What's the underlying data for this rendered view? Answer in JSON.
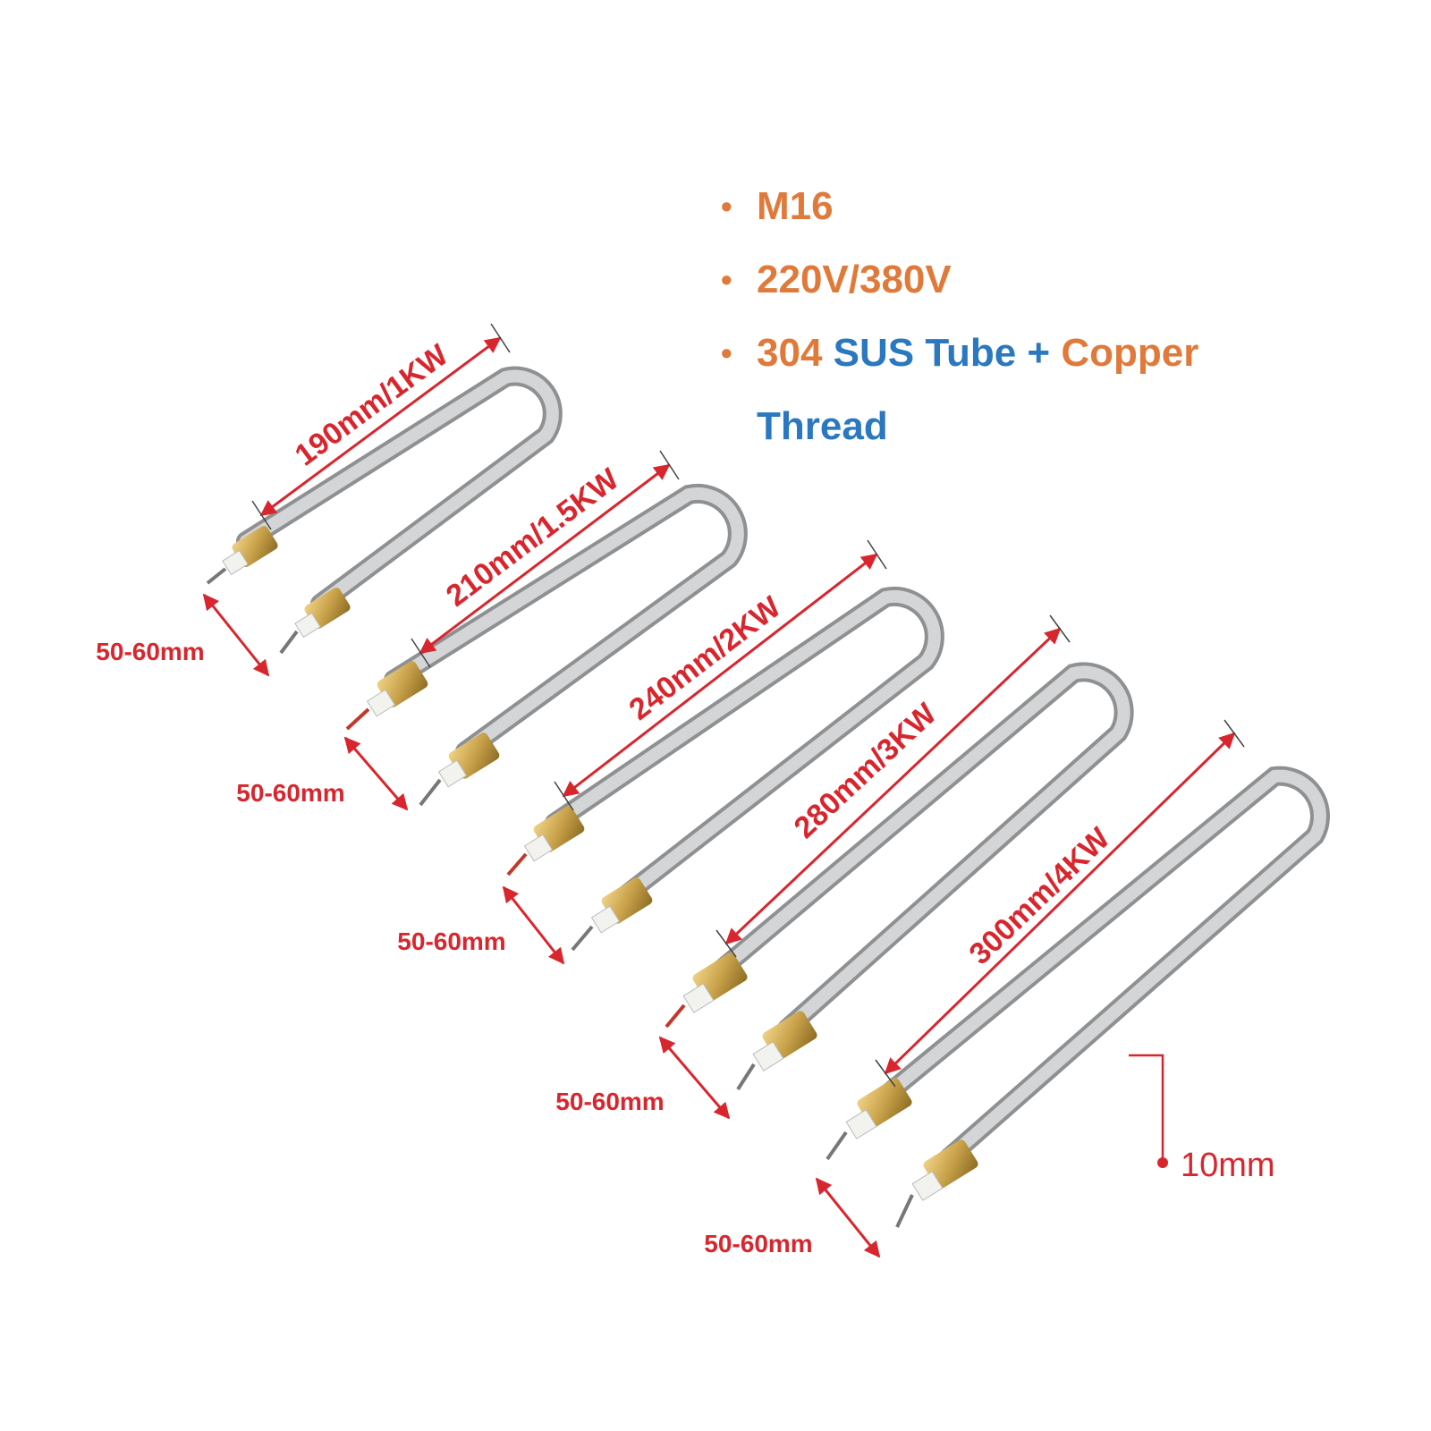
{
  "specs": {
    "line1": "M16",
    "line2": "220V/380V",
    "line3_a": "304",
    "line3_b": "SUS Tube +",
    "line3_c": "Copper",
    "line4": "Thread",
    "bullet": "•"
  },
  "heaters": [
    {
      "length_label": "190mm/1KW",
      "terminal_label": "50-60mm"
    },
    {
      "length_label": "210mm/1.5KW",
      "terminal_label": "50-60mm"
    },
    {
      "length_label": "240mm/2KW",
      "terminal_label": "50-60mm"
    },
    {
      "length_label": "280mm/3KW",
      "terminal_label": "50-60mm"
    },
    {
      "length_label": "300mm/4KW",
      "terminal_label": "50-60mm"
    }
  ],
  "diameter_label": "10mm",
  "colors": {
    "orange": "#e07a3a",
    "blue": "#2a78c0",
    "red": "#d8262e",
    "steel": "#b9bbbd",
    "brass": "#c9a24a"
  }
}
